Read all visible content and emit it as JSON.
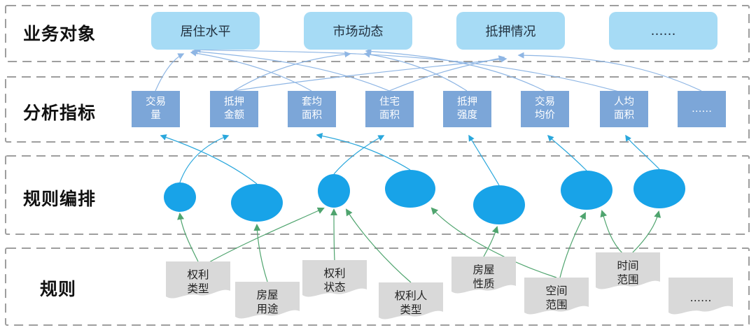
{
  "diagram": {
    "layers": [
      {
        "label": "业务对象",
        "items": [
          {
            "label": "居住水平"
          },
          {
            "label": "市场动态"
          },
          {
            "label": "抵押情况"
          },
          {
            "label": "……"
          }
        ]
      },
      {
        "label": "分析指标",
        "items": [
          {
            "label": "交易\n量"
          },
          {
            "label": "抵押\n金额"
          },
          {
            "label": "套均\n面积"
          },
          {
            "label": "住宅\n面积"
          },
          {
            "label": "抵押\n强度"
          },
          {
            "label": "交易\n均价"
          },
          {
            "label": "人均\n面积"
          },
          {
            "label": "……"
          }
        ]
      },
      {
        "label": "规则编排",
        "node_count": 7
      },
      {
        "label": "规则",
        "items": [
          {
            "label": "权利\n类型"
          },
          {
            "label": "房屋\n用途"
          },
          {
            "label": "权利\n状态"
          },
          {
            "label": "权利人\n类型"
          },
          {
            "label": "房屋\n性质"
          },
          {
            "label": "空间\n范围"
          },
          {
            "label": "时间\n范围"
          },
          {
            "label": "……"
          }
        ]
      }
    ],
    "colors": {
      "object_box_fill": "#a6dbf5",
      "indicator_box_fill": "#7ca6d8",
      "orchestration_node_fill": "#18a3e8",
      "rule_doc_fill": "#d9d9d9",
      "band_border": "#9e9e9e",
      "arrow_indicator_to_object": "#8fb6e4",
      "arrow_node_to_indicator": "#2aa7dc",
      "arrow_rule_to_node": "#4fa46e"
    }
  }
}
